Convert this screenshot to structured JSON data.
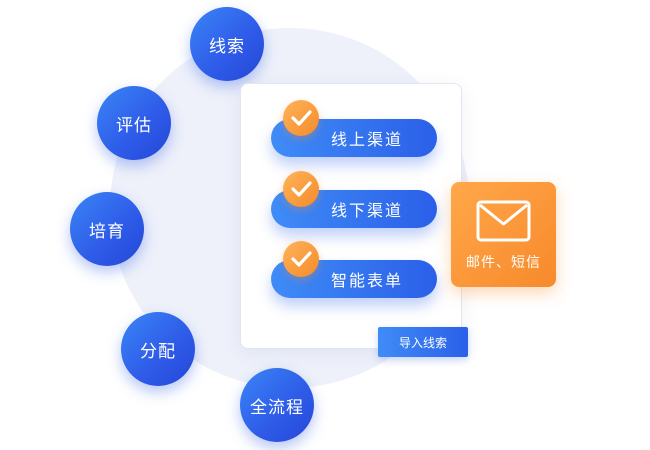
{
  "stages": [
    {
      "label": "线索"
    },
    {
      "label": "评估"
    },
    {
      "label": "培育"
    },
    {
      "label": "分配"
    },
    {
      "label": "全流程"
    }
  ],
  "channels": [
    {
      "label": "线上渠道"
    },
    {
      "label": "线下渠道"
    },
    {
      "label": "智能表单"
    }
  ],
  "mail_card": {
    "label": "邮件、短信",
    "icon": "envelope-icon"
  },
  "import_button": {
    "label": "导入线索"
  },
  "colors": {
    "primary_blue": "#2f5de9",
    "accent_orange": "#f7892b",
    "background_circle": "#eef1fa"
  }
}
